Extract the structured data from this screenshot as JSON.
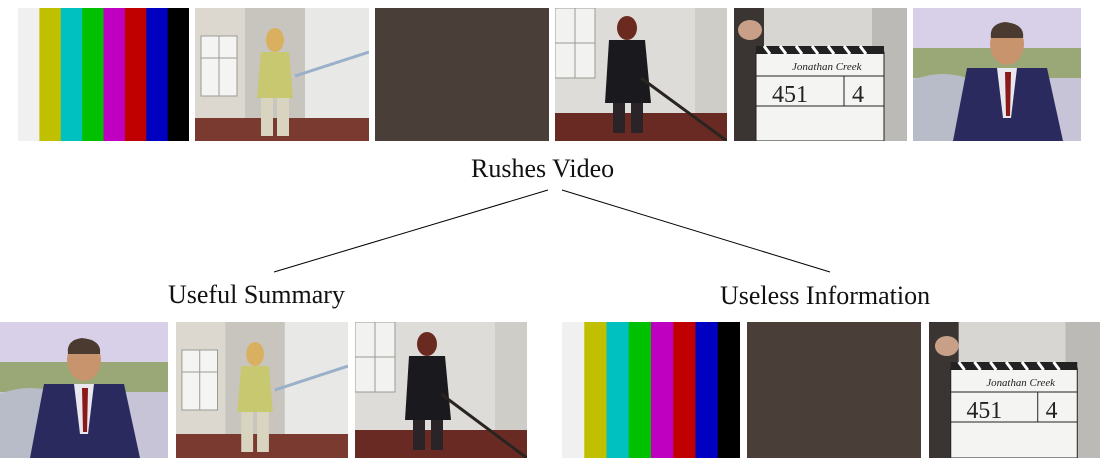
{
  "root_label": "Rushes Video",
  "branches": {
    "useful": "Useful Summary",
    "useless": "Useless Information"
  },
  "clapper": {
    "title": "Jonathan Creek",
    "number": "451",
    "take": "4"
  },
  "colors": {
    "bars": [
      "#f0f0f0",
      "#c0c000",
      "#00c0c0",
      "#00c000",
      "#c000c0",
      "#c00000",
      "#0000c0",
      "#000000"
    ],
    "noise": "#4a3e38",
    "line": "#000000"
  }
}
